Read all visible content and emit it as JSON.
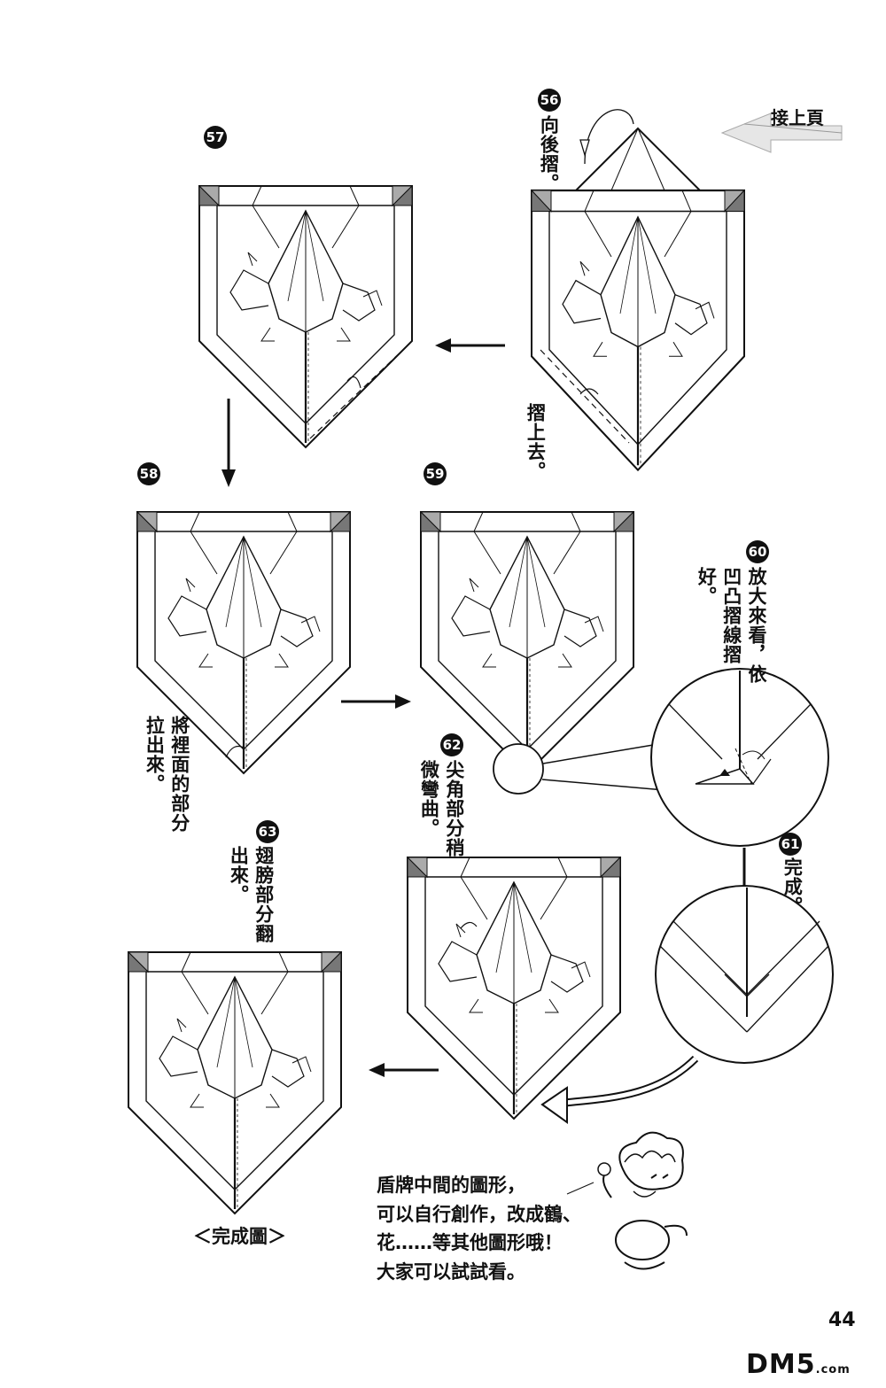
{
  "header": {
    "continue_label": "接上頁"
  },
  "steps": [
    {
      "number": "56",
      "text": "向後摺。"
    },
    {
      "number": "57",
      "text": ""
    },
    {
      "number": "58",
      "text": ""
    },
    {
      "number": "59",
      "text": ""
    },
    {
      "number": "60",
      "text": "放大來看，依凹凸摺線摺好。"
    },
    {
      "number": "61",
      "text": "完成。"
    },
    {
      "number": "62",
      "text": "尖角部分稍微彎曲。"
    },
    {
      "number": "63",
      "text": "翅膀部分翻出來。"
    }
  ],
  "annotations": {
    "fold_up": "摺上去。",
    "pull_out": "將裡面的部分拉出來。"
  },
  "completed_label": "＜完成圖＞",
  "note": "盾牌中間的圖形，\n可以自行創作，改成鶴、\n花……等其他圖形哦！\n大家可以試試看。",
  "page_number": "44",
  "watermark": {
    "main": "DM5",
    "suffix": ".com"
  }
}
